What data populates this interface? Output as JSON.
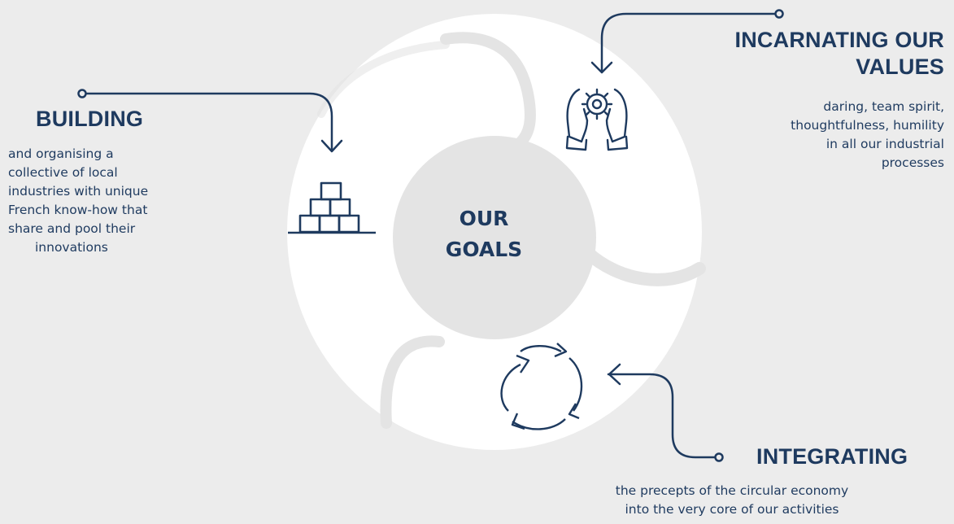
{
  "center": {
    "line1": "OUR",
    "line2": "GOALS"
  },
  "building": {
    "title": "BUILDING",
    "desc_lines": [
      "and organising a",
      "collective of local",
      "industries with unique",
      "French know-how that",
      "share and pool their",
      "innovations"
    ]
  },
  "values": {
    "title_line1": "INCARNATING OUR",
    "title_line2": "VALUES",
    "desc_lines": [
      "daring, team spirit,",
      "thoughtfulness, humility",
      "in all our industrial",
      "processes"
    ]
  },
  "integrating": {
    "title": "INTEGRATING",
    "desc_lines": [
      "the precepts of the circular economy",
      "into the very core of our activities"
    ]
  },
  "icons": [
    "bricks-icon",
    "hands-gear-icon",
    "recycle-arrows-icon"
  ],
  "colors": {
    "navy": "#1e3a5f",
    "background": "#ececec",
    "ring": "#ffffff",
    "center": "#e4e4e4"
  }
}
